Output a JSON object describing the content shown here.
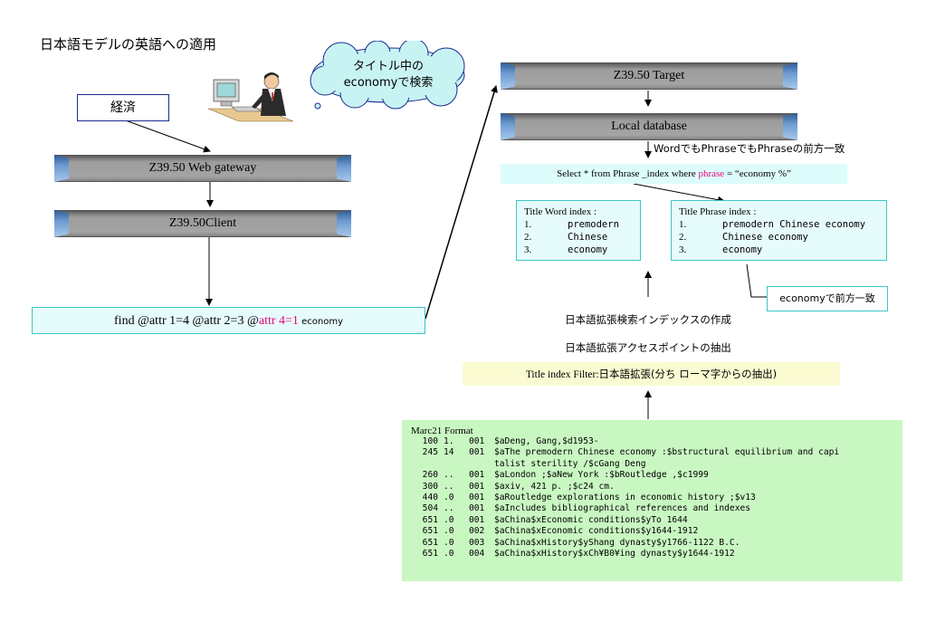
{
  "title": "日本語モデルの英語への適用",
  "cloud_text": [
    "タイトル中の",
    "economyで検索"
  ],
  "keyword": "経済",
  "gateway": "Z39.50 Web gateway",
  "client": "Z39.50Client",
  "query": {
    "part1": "find @attr 1=4 @attr 2=3 @",
    "part2": "attr 4=1",
    "part3": " economy"
  },
  "target": "Z39.50 Target",
  "local_db": "Local database",
  "phrase_note": "WordでもPhraseでもPhraseの前方一致",
  "select": {
    "part1": "Select * from Phrase _index where ",
    "part2": "phrase",
    "part3": " = “economy %”"
  },
  "title_word_index": {
    "header": "Title Word  index :",
    "rows": [
      {
        "num": "1.",
        "value": "premodern"
      },
      {
        "num": "2.",
        "value": "Chinese"
      },
      {
        "num": "3.",
        "value": "economy"
      }
    ]
  },
  "title_phrase_index": {
    "header": "Title Phrase index :",
    "rows": [
      {
        "num": "1.",
        "value": "premodern Chinese economy"
      },
      {
        "num": "2.",
        "value": "Chinese economy"
      },
      {
        "num": "3.",
        "value": "economy"
      }
    ]
  },
  "prefix_match": "economyで前方一致",
  "index_creation": "日本語拡張検索インデックスの作成",
  "access_point": "日本語拡張アクセスポイントの抽出",
  "filter": {
    "part1": "Title index Filter:",
    "part2": "日本語拡張(分ち ローマ字からの抽出)"
  },
  "marc": {
    "header": "Marc21 Format",
    "lines": [
      {
        "tag": "100",
        "ind": "1.",
        "seq": "001",
        "text": "$aDeng, Gang,$d1953-"
      },
      {
        "tag": "245",
        "ind": "14",
        "seq": "001",
        "text": "$aThe premodern Chinese economy :$bstructural equilibrium and capi"
      },
      {
        "tag": "",
        "ind": "",
        "seq": "",
        "text": "talist sterility /$cGang Deng"
      },
      {
        "tag": "260",
        "ind": "..",
        "seq": "001",
        "text": "$aLondon ;$aNew York :$bRoutledge ,$c1999"
      },
      {
        "tag": "300",
        "ind": "..",
        "seq": "001",
        "text": "$axiv, 421 p. ;$c24 cm."
      },
      {
        "tag": "440",
        "ind": ".0",
        "seq": "001",
        "text": "$aRoutledge explorations in economic history ;$v13"
      },
      {
        "tag": "504",
        "ind": "..",
        "seq": "001",
        "text": "$aIncludes bibliographical references and indexes"
      },
      {
        "tag": "651",
        "ind": ".0",
        "seq": "001",
        "text": "$aChina$xEconomic conditions$yTo 1644"
      },
      {
        "tag": "651",
        "ind": ".0",
        "seq": "002",
        "text": "$aChina$xEconomic conditions$y1644-1912"
      },
      {
        "tag": "651",
        "ind": ".0",
        "seq": "003",
        "text": "$aChina$xHistory$yShang dynasty$y1766-1122 B.C."
      },
      {
        "tag": "651",
        "ind": ".0",
        "seq": "004",
        "text": "$aChina$xHistory$xCh¥B0¥ing dynasty$y1644-1912"
      }
    ]
  }
}
